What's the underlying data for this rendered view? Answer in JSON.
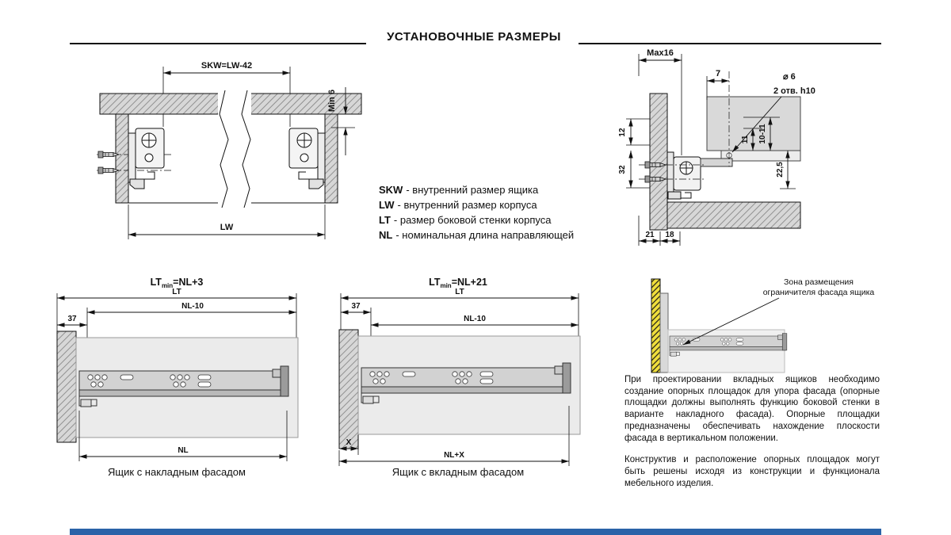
{
  "page": {
    "title": "УСТАНОВОЧНЫЕ РАЗМЕРЫ"
  },
  "colors": {
    "accent_bar": "#2a62a8",
    "zone_highlight": "#f0df3c"
  },
  "legend": {
    "items": [
      {
        "abbr": "SKW",
        "desc": "- внутренний размер ящика"
      },
      {
        "abbr": "LW",
        "desc": "- внутренний размер корпуса"
      },
      {
        "abbr": "LT",
        "desc": "- размер боковой стенки корпуса"
      },
      {
        "abbr": "NL",
        "desc": "- номинальная длина направляющей"
      }
    ]
  },
  "front_view": {
    "dim_skw": "SKW=LW-42",
    "dim_min6": "Min 6",
    "dim_lw": "LW"
  },
  "side_section": {
    "dim_max16": "Max16",
    "dim_7": "7",
    "dim_dia": "⌀ 6",
    "dim_holes": "2 отв. h10",
    "dim_12": "12",
    "dim_32": "32",
    "dim_11": "11",
    "dim_10_11": "10-11",
    "dim_22_5": "22,5",
    "dim_21": "21",
    "dim_18": "18"
  },
  "overlay_drawer": {
    "formula_base": "LT",
    "formula_sub": "min",
    "formula_rest": "=NL+3",
    "dim_lt": "LT",
    "dim_nl10": "NL-10",
    "dim_37": "37",
    "dim_nl": "NL",
    "caption": "Ящик с накладным фасадом"
  },
  "inset_drawer": {
    "formula_base": "LT",
    "formula_sub": "min",
    "formula_rest": "=NL+21",
    "dim_lt": "LT",
    "dim_37": "37",
    "dim_nl10": "NL-10",
    "dim_x": "X",
    "dim_nlx": "NL+X",
    "caption": "Ящик с вкладным фасадом"
  },
  "zone_note": {
    "label_line1": "Зона размещения",
    "label_line2": "ограничителя фасада ящика",
    "para1": "При проектировании вкладных ящиков необходимо создание опорных площадок для упора фасада (опорные площадки должны выполнять функцию боковой стенки в варианте накладного фасада). Опорные площадки предназначены обеспечивать нахождение плоскости фасада в вертикальном положении.",
    "para2": "Конструктив и расположение опорных площадок могут быть решены исходя из конструкции и функционала мебельного изделия."
  }
}
